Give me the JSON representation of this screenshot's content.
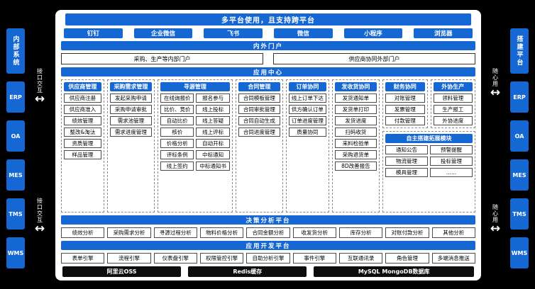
{
  "colors": {
    "accent": "#1567d3",
    "background": "#000000",
    "panel": "#ffffff",
    "dark_bar": "#0d0d0d"
  },
  "icons": {
    "sync_arrow": "↔"
  },
  "header": {
    "title": "多平台使用，且支持跨平台"
  },
  "platforms": [
    "钉钉",
    "企业微信",
    "飞书",
    "微信",
    "小程序",
    "浏览器"
  ],
  "portal": {
    "band": "内外门户",
    "items": [
      "采购、生产等内部门户",
      "供应商协同外部门户"
    ]
  },
  "app_center": {
    "band": "应用中心"
  },
  "modules": {
    "groups": [
      {
        "header": "供应商管理",
        "cols": 1,
        "items": [
          "供应商注册",
          "供应商准入",
          "绩效管理",
          "整改&淘汰",
          "资质管理",
          "样品管理"
        ]
      },
      {
        "header": "采购需求管理",
        "cols": 1,
        "items": [
          "发起采购申请",
          "采购申请审批",
          "需求池管理",
          "需求进度管理"
        ]
      },
      {
        "header": "寻源管理",
        "cols": 2,
        "items": [
          "在线询报价",
          "报名参与",
          "比价、竞价",
          "线上投标",
          "自动比价",
          "线上答疑",
          "核价",
          "线上评标",
          "价格分析",
          "自动开标",
          "评标条例",
          "中标通知",
          "线上签约",
          "中标通知书"
        ]
      },
      {
        "header": "合同管理",
        "cols": 1,
        "items": [
          "合同模板管理",
          "合同审批管理",
          "合同自动生成",
          "合同进度管理"
        ]
      },
      {
        "header": "订单协同",
        "cols": 1,
        "items": [
          "线上订单下达",
          "供方确认订单",
          "订单进度管理",
          "质量协同"
        ]
      },
      {
        "header": "发收货协同",
        "cols": 1,
        "items": [
          "发货通知单",
          "发货单打印",
          "发货进度",
          "扫码收货",
          "来料检验单",
          "采购退货单",
          "8D改善报告"
        ]
      }
    ],
    "finance": {
      "header": "财务协同",
      "cols": 1,
      "items": [
        "对账管理",
        "发票管理",
        "付款管理"
      ]
    },
    "outsourcing": {
      "header": "外协生产",
      "cols": 1,
      "items": [
        "领料管理",
        "生产报工",
        "外协进度"
      ]
    },
    "extension": {
      "header": "自主搭建拓展模块",
      "cols": 2,
      "items": [
        "通知公告",
        "预警提醒",
        "物流管理",
        "投标管理",
        "模具管理",
        "......"
      ]
    }
  },
  "analysis": {
    "band": "决策分析平台",
    "items": [
      "绩效分析",
      "采购需求分析",
      "寻源过程分析",
      "物料价格分析",
      "合同金额分析",
      "收发货分析",
      "库存分析",
      "对账付款分析",
      "其他分析"
    ]
  },
  "dev_platform": {
    "band": "应用开发平台",
    "items": [
      "表单引擎",
      "流程引擎",
      "仪表盘引擎",
      "权限管控引擎",
      "自助分析引擎",
      "事件引擎",
      "互联通讯录",
      "角色管理",
      "多端消息推送"
    ]
  },
  "infrastructure": [
    "阿里云OSS",
    "Redis缓存",
    "MySQL MongoDB数据库"
  ],
  "left_rail": {
    "title": "内部系统",
    "systems": [
      "ERP",
      "OA",
      "MES",
      "TMS",
      "WMS"
    ],
    "connector_label": "接口交互"
  },
  "right_rail": {
    "title": "搭建平台",
    "systems": [
      "ERP",
      "OA",
      "MES",
      "TMS",
      "WMS"
    ],
    "connector_label": "随心用"
  }
}
